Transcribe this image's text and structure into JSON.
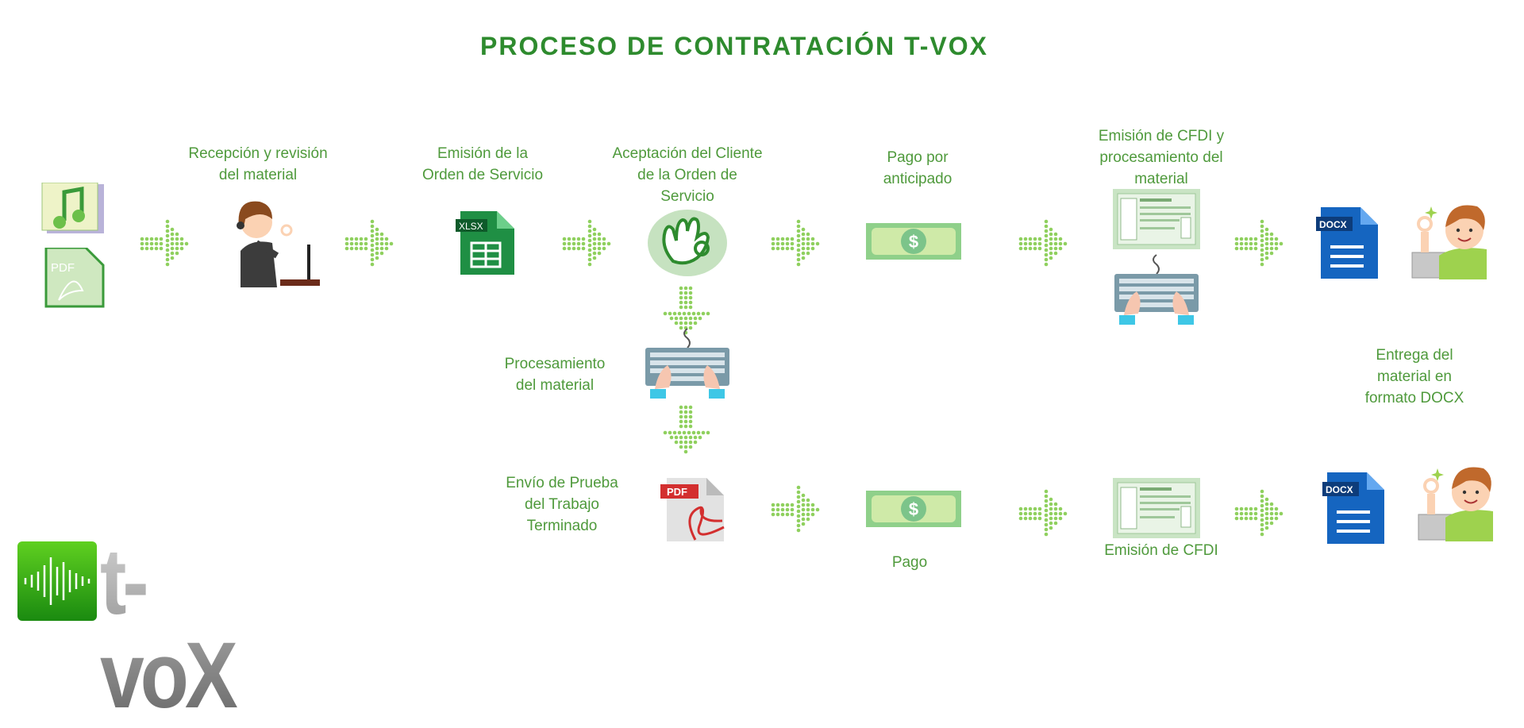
{
  "title": "PROCESO DE CONTRATACIÓN T-VOX",
  "steps": {
    "recepcion": [
      "Recepción y revisión",
      "del material"
    ],
    "emision_orden": [
      "Emisión de la",
      "Orden de Servicio"
    ],
    "aceptacion": [
      "Aceptación del Cliente",
      "de la Orden de",
      "Servicio"
    ],
    "pago_anticipado": [
      "Pago por",
      "anticipado"
    ],
    "emision_cfdi_proc": [
      "Emisión de CFDI y",
      "procesamiento del",
      "material"
    ],
    "procesamiento": [
      "Procesamiento",
      "del material"
    ],
    "envio_prueba": [
      "Envío de Prueba",
      "del Trabajo",
      "Terminado"
    ],
    "pago": "Pago",
    "emision_cfdi": "Emisión de CFDI",
    "entrega": [
      "Entrega del",
      "material en",
      "formato DOCX"
    ]
  },
  "icons": {
    "pdf_label": "PDF",
    "xlsx_label": "XLSX",
    "docx_label": "DOCX",
    "dollar": "$"
  },
  "logo": {
    "text": "t-voX"
  },
  "colors": {
    "title": "#2e8b2e",
    "label": "#4f9a3c",
    "arrow": "#8fd05e"
  }
}
